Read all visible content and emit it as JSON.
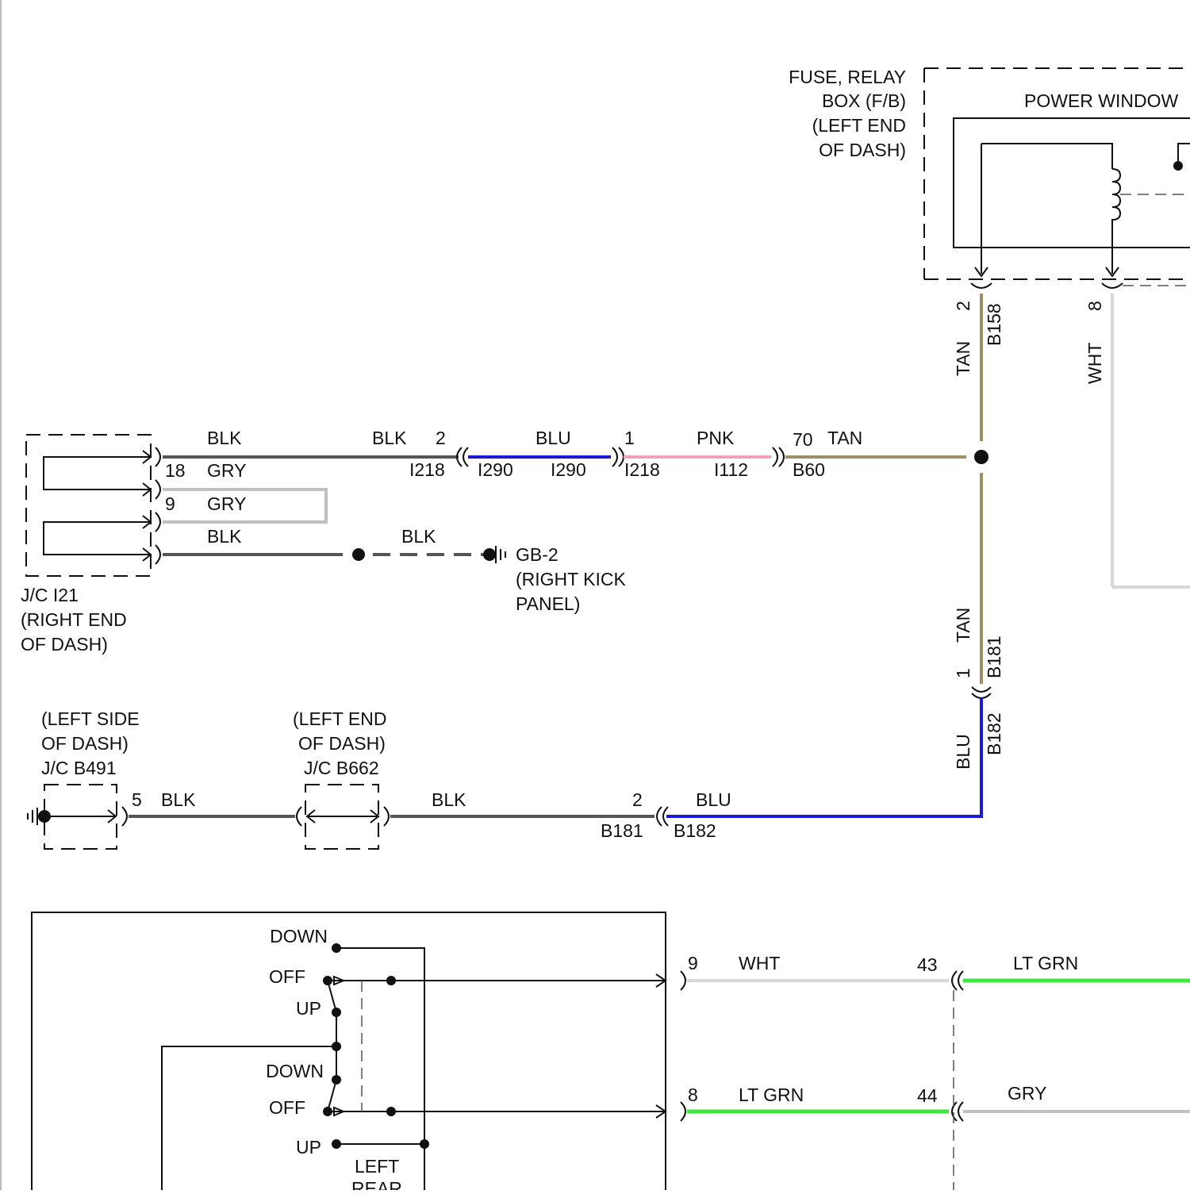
{
  "colors": {
    "blk": "#555555",
    "gry": "#c0c0c0",
    "blu": "#1a1ad6",
    "pnk": "#f2a0b8",
    "tan": "#9c8f63",
    "wht": "#d8d8d8",
    "ltgrn": "#3ee63e"
  },
  "fuse_box": {
    "label_lines": [
      "FUSE, RELAY",
      "BOX (F/B)",
      "(LEFT END",
      "OF DASH)"
    ],
    "relay_label": "POWER WINDOW"
  },
  "jc_i21": {
    "label_lines": [
      "J/C I21",
      "(RIGHT END",
      "OF DASH)"
    ],
    "pin18": "18",
    "pin9": "9"
  },
  "ground_gb2": {
    "label_lines": [
      "GB-2",
      "(RIGHT KICK",
      "PANEL)"
    ]
  },
  "jc_b491": {
    "label_lines": [
      "(LEFT SIDE",
      "OF DASH)",
      "J/C B491"
    ],
    "pin": "5"
  },
  "jc_b662": {
    "label_lines": [
      "(LEFT END",
      "OF DASH)",
      "J/C B662"
    ]
  },
  "wires": {
    "top_blk_left": "BLK",
    "top_blk_right": "BLK",
    "top_pin2": "2",
    "conn_i218_a": "I218",
    "conn_i290_a": "I290",
    "wire_blu": "BLU",
    "conn_i290_b": "I290",
    "pin1": "1",
    "conn_i218_b": "I218",
    "wire_pnk": "PNK",
    "conn_i112": "I112",
    "pin70": "70",
    "wire_tan": "TAN",
    "conn_b60": "B60",
    "gry1": "GRY",
    "gry2": "GRY",
    "blk3": "BLK",
    "blk_ground": "BLK",
    "vert_pin2": "2",
    "vert_b158": "B158",
    "vert_tan_top": "TAN",
    "vert_pin8": "8",
    "vert_wht": "WHT",
    "vert_tan_bottom": "TAN",
    "vert_b181": "B181",
    "vert_pin1": "1",
    "vert_b182": "B182",
    "vert_blu": "BLU",
    "bottom_blk_left": "BLK",
    "bottom_blk_right": "BLK",
    "bottom_pin2": "2",
    "bottom_b181": "B181",
    "bottom_blu": "BLU",
    "bottom_b182": "B182"
  },
  "switch": {
    "positions": [
      "DOWN",
      "OFF",
      "UP",
      "DOWN",
      "OFF",
      "UP"
    ],
    "label_lines": [
      "LEFT",
      "REAR"
    ]
  },
  "switch_wires": {
    "pin9": "9",
    "wht": "WHT",
    "pin43": "43",
    "ltgrn_right": "LT GRN",
    "pin8": "8",
    "ltgrn_left": "LT GRN",
    "pin44": "44",
    "gry_right": "GRY"
  }
}
